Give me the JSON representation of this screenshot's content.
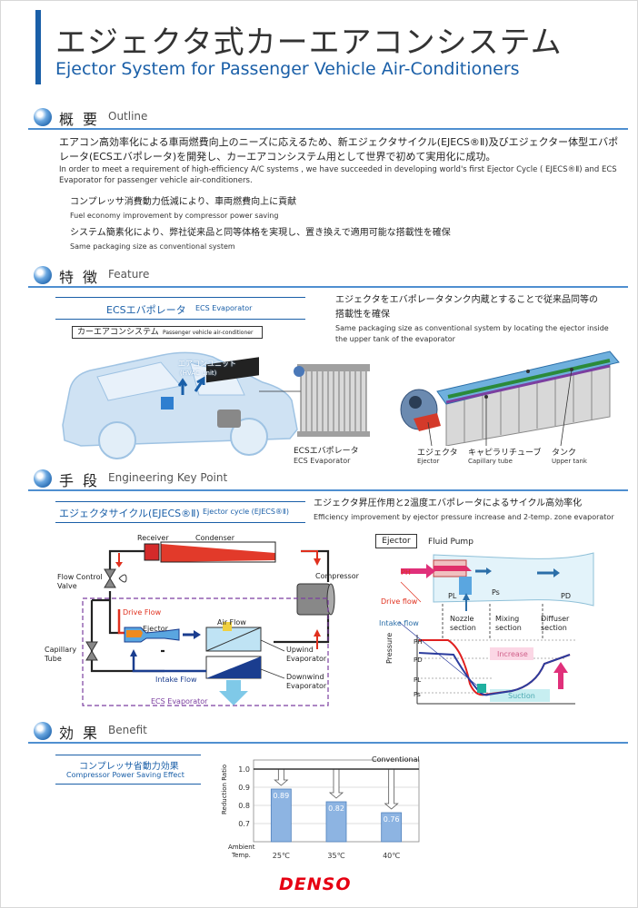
{
  "title": {
    "jp": "エジェクタ式カーエアコンシステム",
    "en": "Ejector System for Passenger Vehicle Air-Conditioners"
  },
  "outline": {
    "jp": "概要",
    "en": "Outline",
    "para_jp_1": "エアコン高効率化による車両燃費向上のニーズに応えるため、新エジェクタサイクル(EJECS®Ⅱ)及びエジェクター体型エバポ",
    "para_jp_2": "レータ(ECSエバポレータ)を開発し、カーエアコンシステム用として世界で初めて実用化に成功。",
    "para_en_1": "In order to meet a requirement of high-efficiency A/C systems , we have succeeded in developing world's first Ejector Cycle ( EJECS®Ⅱ) and ECS",
    "para_en_2": "Evaporator for passenger vehicle air-conditioners.",
    "point1_jp": "コンプレッサ消費動力低減により、車両燃費向上に貢献",
    "point1_en": "Fuel economy improvement by compressor power saving",
    "point2_jp": "システム簡素化により、弊社従来品と同等体格を実現し、置き換えで適用可能な搭載性を確保",
    "point2_en": "Same packaging size as conventional system"
  },
  "feature": {
    "jp": "特徴",
    "en": "Feature",
    "ecs_label_jp": "ECSエバポレータ",
    "ecs_label_en": "ECS Evaporator",
    "car_system_jp": "カーエアコンシステム",
    "car_system_en": "Passenger vehicle air-conditioner",
    "aircon_unit_jp": "エアコンユニット",
    "aircon_unit_en": "(HVAC unit)",
    "desc_jp_1": "エジェクタをエバポレータタンク内蔵とすることで従来品同等の",
    "desc_jp_2": "搭載性を確保",
    "desc_en_1": "Same packaging size as conventional system by locating the ejector inside",
    "desc_en_2": "the upper tank of the evaporator",
    "evap_caption_jp": "ECSエバポレータ",
    "evap_caption_en": "ECS Evaporator",
    "parts": [
      {
        "jp": "エジェクタ",
        "en": "Ejector"
      },
      {
        "jp": "キャピラリチューブ",
        "en": "Capillary tube"
      },
      {
        "jp": "タンク",
        "en": "Upper tank"
      }
    ]
  },
  "engineering": {
    "jp": "手段",
    "en": "Engineering Key Point",
    "cycle_label_jp": "エジェクタサイクル(EJECS®Ⅱ)",
    "cycle_label_en": "Ejector cycle (EJECS®Ⅱ)",
    "desc_jp": "エジェクタ昇圧作用と2温度エバポレータによるサイクル高効率化",
    "desc_en": "Efficiency improvement by ejector pressure increase and 2-temp. zone evaporator",
    "cycle": {
      "receiver": "Receiver",
      "condenser": "Condenser",
      "compressor": "Compressor",
      "flow_control": "Flow Control",
      "valve": "Valve",
      "capillary": "Capillary",
      "tube": "Tube",
      "drive_flow": "Drive Flow",
      "ejector": "Ejector",
      "air_flow": "Air Flow",
      "intake_flow": "Intake Flow",
      "upwind_1": "Upwind",
      "upwind_2": "Evaporator",
      "downwind_1": "Downwind",
      "downwind_2": "Evaporator",
      "ecs_evaporator": "ECS Evaporator"
    },
    "pump": {
      "ejector_box": "Ejector",
      "fluid_pump": "Fluid Pump",
      "ph": "PH",
      "pl": "PL",
      "ps": "Ps",
      "pd": "PD",
      "drive_flow": "Drive flow",
      "intake_flow": "Intake flow",
      "nozzle_1": "Nozzle",
      "nozzle_2": "section",
      "mixing_1": "Mixing",
      "mixing_2": "section",
      "diffuser_1": "Diffuser",
      "diffuser_2": "section",
      "y_axis": "Pressure",
      "increase": "Increase",
      "suction": "Suction"
    }
  },
  "benefit": {
    "jp": "効果",
    "en": "Benefit",
    "chart_title_jp": "コンプレッサ省動力効果",
    "chart_title_en": "Compressor Power Saving Effect",
    "x_label_1": "Ambient",
    "x_label_2": "Temp.",
    "legend": "Conventional"
  },
  "chart_data": {
    "type": "bar",
    "title": "コンプレッサ省動力効果",
    "ylabel": "Reduction Ratio",
    "xlabel": "Ambient Temp.",
    "categories": [
      "25℃",
      "35℃",
      "40℃"
    ],
    "values": [
      0.89,
      0.82,
      0.76
    ],
    "baseline": 1.0,
    "ylim": [
      0.6,
      1.05
    ],
    "yticks": [
      0.7,
      0.8,
      0.9,
      1.0
    ],
    "annotation": "Conventional",
    "colors": {
      "bar": "#8db4e2",
      "bar_edge": "#4f81bd"
    }
  },
  "footer": {
    "logo": "DENSO"
  },
  "colors": {
    "accent": "#1a5fa8",
    "logo_red": "#e60012",
    "drive_flow": "#e0301e",
    "intake_flow": "#1a3d8f"
  }
}
